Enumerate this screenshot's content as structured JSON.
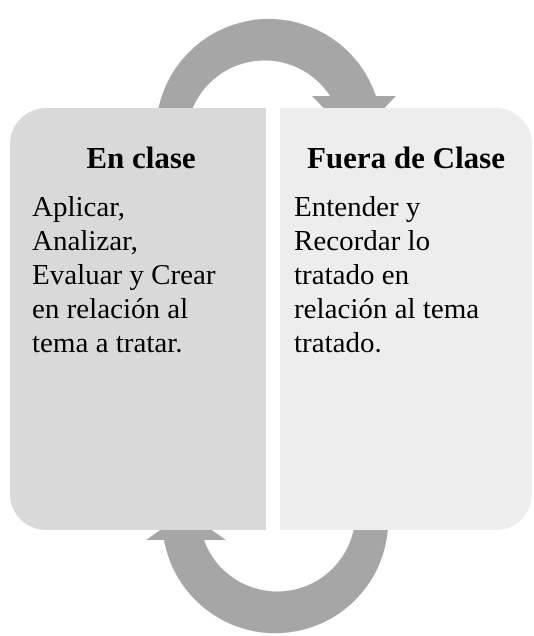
{
  "colors": {
    "left_panel": "#d9d9d9",
    "right_panel": "#ededed",
    "arrow": "#a6a6a6",
    "text": "#000000"
  },
  "panels": {
    "left": {
      "title": "En clase",
      "lines": [
        "Aplicar,",
        "Analizar,",
        "Evaluar y Crear",
        "en relación al",
        "tema a tratar."
      ]
    },
    "right": {
      "title": "Fuera de Clase",
      "lines": [
        "Entender y",
        "Recordar lo",
        "tratado en",
        "relación al tema",
        "tratado."
      ]
    }
  }
}
